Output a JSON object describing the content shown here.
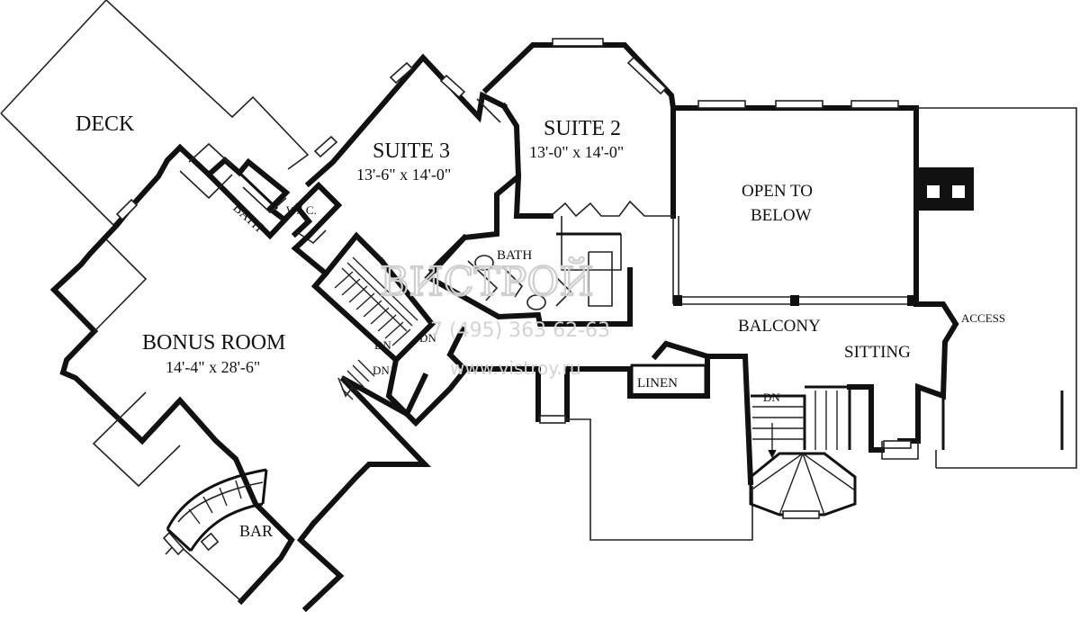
{
  "rooms": {
    "deck": "DECK",
    "suite3": {
      "name": "SUITE 3",
      "size": "13'-6\" x 14'-0\""
    },
    "suite2": {
      "name": "SUITE 2",
      "size": "13'-0\" x 14'-0\""
    },
    "open_to_below_1": "OPEN TO",
    "open_to_below_2": "BELOW",
    "bath_upper": "BATH",
    "bath_lower": "BATH",
    "wic": "W.I.C.",
    "bonus": {
      "name": "BONUS ROOM",
      "size": "14'-4\" x 28'-6\""
    },
    "bar": "BAR",
    "balcony": "BALCONY",
    "sitting": "SITTING",
    "access": "ACCESS",
    "linen": "LINEN"
  },
  "stair_labels": {
    "dn_1": "DN",
    "dn_2": "DN",
    "dn_3": "DN",
    "dn_4": "DN"
  },
  "watermark": {
    "logo": "ВИСТРОЙ",
    "phone": "7 (495) 363 62-63",
    "url": "www.vistroy.ru"
  }
}
